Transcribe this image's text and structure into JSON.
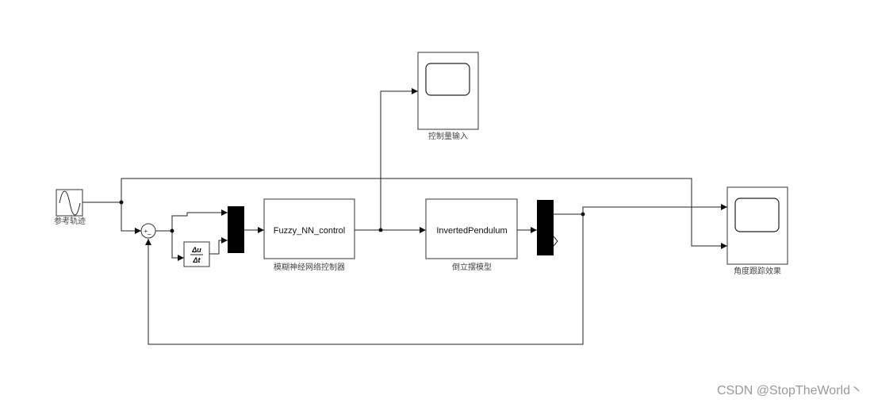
{
  "blocks": {
    "sine_label": "参考轨迹",
    "sum_signs": "+_",
    "derivative_num": "Δu",
    "derivative_den": "Δt",
    "controller_name": "Fuzzy_NN_control",
    "controller_label": "模糊神经网络控制器",
    "plant_name": "InvertedPendulum",
    "plant_label": "倒立摆模型",
    "scope1_label": "控制量输入",
    "scope2_label": "角度跟踪效果"
  },
  "watermark": "CSDN @StopTheWorld丶"
}
